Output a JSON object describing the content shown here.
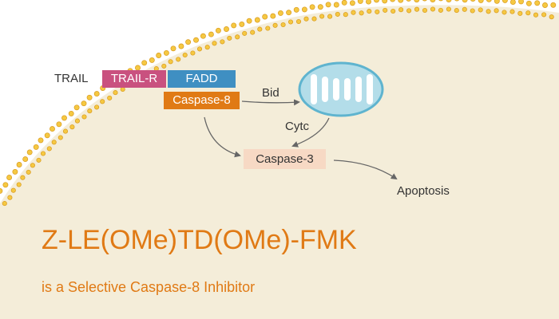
{
  "colors": {
    "cytoplasm": "#f4edd9",
    "membrane_dot": "#f5c842",
    "membrane_dot_edge": "#d99a1c",
    "trail_r_box": "#c9517f",
    "fadd_box": "#3f8fc2",
    "caspase8_box": "#e07a15",
    "caspase3_box": "#f7d9c4",
    "mitochondria_fill": "#b3dde9",
    "mitochondria_outline": "#5fb4cf",
    "arrow": "#666666",
    "title": "#e07a15",
    "subtitle": "#e07a15",
    "text": "#333333"
  },
  "labels": {
    "trail": "TRAIL",
    "trail_r": "TRAIL-R",
    "fadd": "FADD",
    "caspase8": "Caspase-8",
    "bid": "Bid",
    "cytc": "Cytc",
    "caspase3": "Caspase-3",
    "apoptosis": "Apoptosis"
  },
  "title": "Z-LE(OMe)TD(OMe)-FMK",
  "subtitle": "is a Selective Caspase-8 Inhibitor"
}
